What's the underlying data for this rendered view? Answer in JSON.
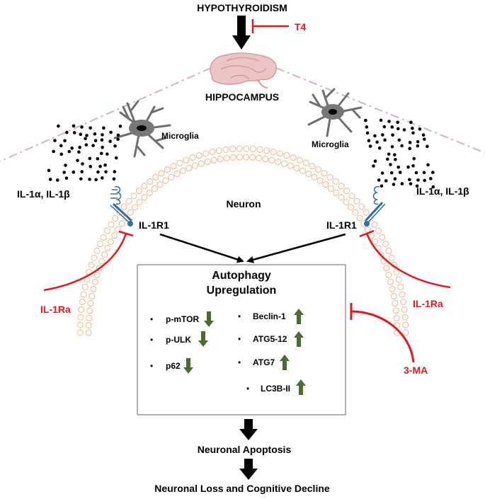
{
  "title": "HYPOTHYROIDISM",
  "inhibitor_t4": "T4",
  "brain_region": "HIPPOCAMPUS",
  "microglia_left": "Microglia",
  "microglia_right": "Microglia",
  "cytokines_left": "IL-1α, IL-1β",
  "cytokines_right": "IL-1α, IL-1β",
  "neuron": "Neuron",
  "receptor_left": "IL-1R1",
  "receptor_right": "IL-1R1",
  "antagonist_left": "IL-1Ra",
  "antagonist_right": "IL-1Ra",
  "autophagy_title_line1": "Autophagy",
  "autophagy_title_line2": "Upregulation",
  "markers_down": [
    "p-mTOR",
    "p-ULK",
    "p62"
  ],
  "markers_up": [
    "Beclin-1",
    "ATG5-12",
    "ATG7",
    "LC3B-II"
  ],
  "inhibitor_3ma": "3-MA",
  "outcome_1": "Neuronal Apoptosis",
  "outcome_2": "Neuronal Loss and Cognitive Decline",
  "colors": {
    "inhibition_red": "#e8161b",
    "arrow_green": "#4a6a2e",
    "membrane_orange": "#f4b48a",
    "brain_pink": "#d99a9e",
    "receptor_blue": "#2f6fa8",
    "dashed_line": "#d9b3b0"
  },
  "icons": [
    "microglia-icon",
    "brain-icon",
    "receptor-icon",
    "down-arrow-icon",
    "up-arrow-icon"
  ]
}
